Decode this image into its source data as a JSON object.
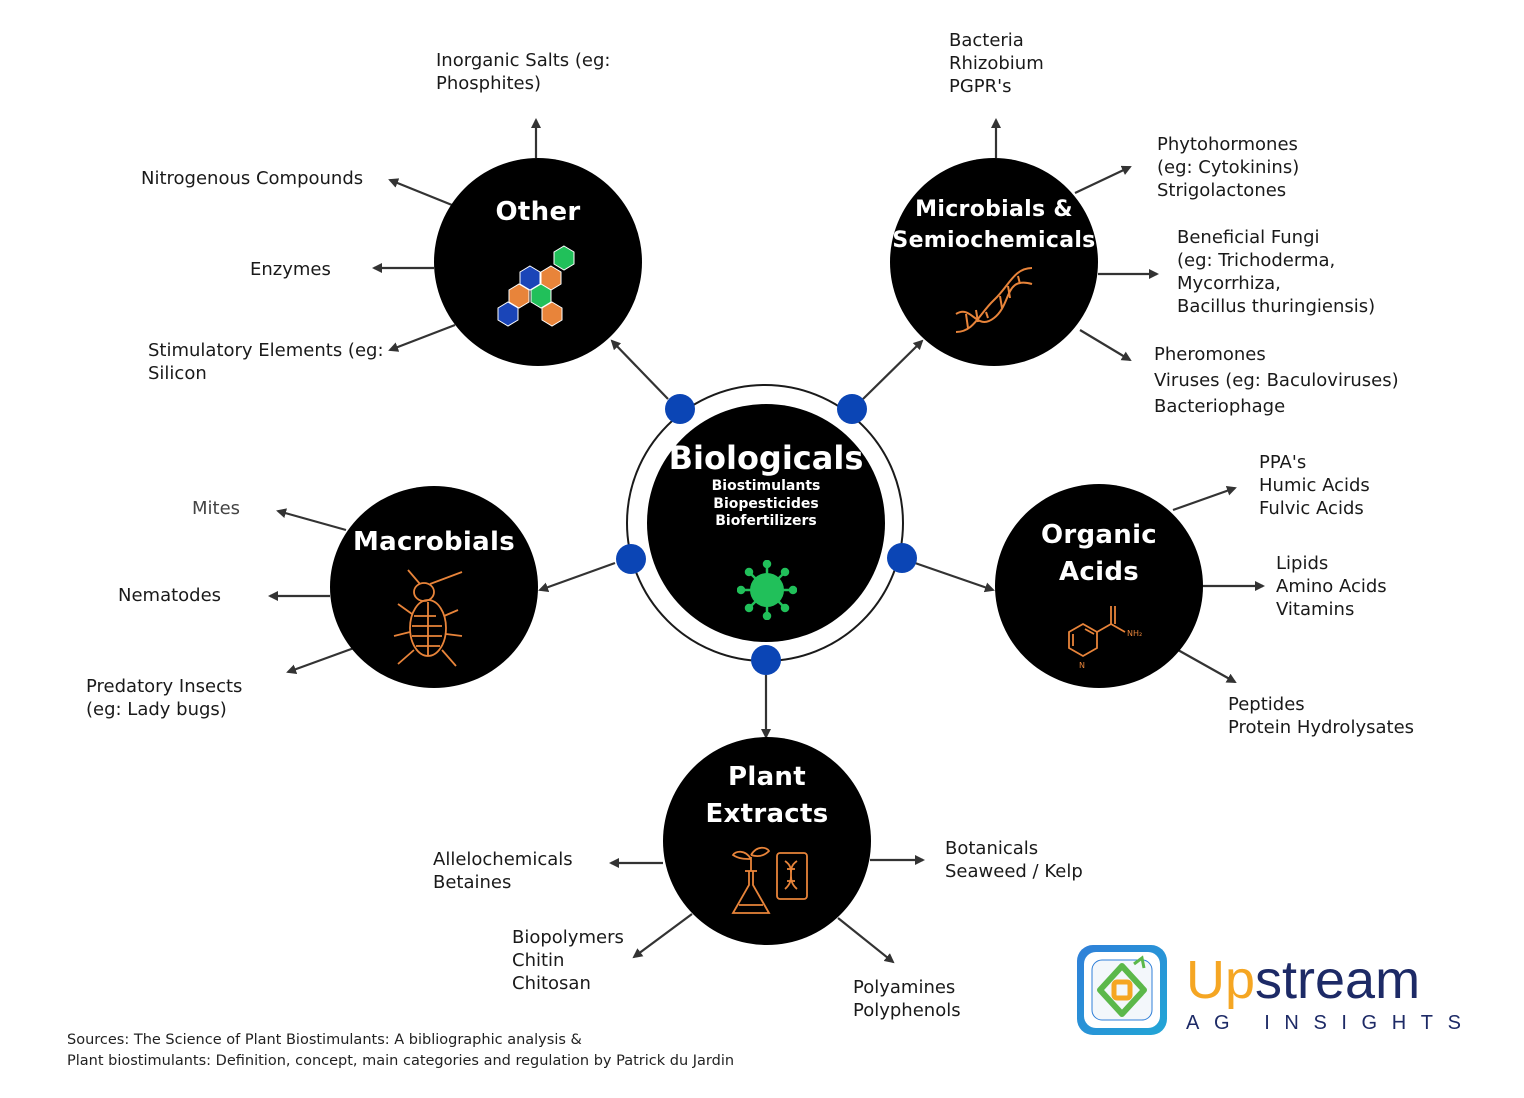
{
  "center": {
    "title": "Biologicals",
    "subtitles": [
      "Biostimulants",
      "Biopesticides",
      "Biofertilizers"
    ]
  },
  "categories": {
    "other": {
      "title": "Other",
      "items": {
        "inorganic": "Inorganic Salts (eg:\nPhosphites)",
        "nitrogenous": "Nitrogenous Compounds",
        "enzymes": "Enzymes",
        "stimulatory": "Stimulatory Elements (eg:\nSilicon"
      }
    },
    "microbials": {
      "title": "Microbials &\nSemiochemicals",
      "items": {
        "bacteria": "Bacteria\nRhizobium\nPGPR's",
        "phytohormones": "Phytohormones\n(eg: Cytokinins)\nStrigolactones",
        "fungi": "Beneficial Fungi\n(eg: Trichoderma,\nMycorrhiza,\nBacillus thuringiensis)",
        "pheromones": "Pheromones\nViruses (eg: Baculoviruses)\nBacteriophage"
      }
    },
    "macrobials": {
      "title": "Macrobials",
      "items": {
        "mites": "Mites",
        "nematodes": "Nematodes",
        "insects": "Predatory Insects\n(eg: Lady bugs)"
      }
    },
    "organic_acids": {
      "title": "Organic\nAcids",
      "items": {
        "ppa": "PPA's\nHumic Acids\nFulvic Acids",
        "lipids": "Lipids\nAmino Acids\nVitamins",
        "peptides": "Peptides\nProtein Hydrolysates"
      }
    },
    "plant_extracts": {
      "title": "Plant\nExtracts",
      "items": {
        "allelochemicals": "Allelochemicals\nBetaines",
        "biopolymers": "Biopolymers\nChitin\nChitosan",
        "botanicals": "Botanicals\nSeaweed / Kelp",
        "polyamines": "Polyamines\nPolyphenols"
      }
    }
  },
  "sources": {
    "line1": "Sources: The Science of Plant Biostimulants: A bibliographic analysis &",
    "line2": "Plant biostimulants: Definition, concept, main categories and regulation by Patrick du Jardin"
  },
  "logo": {
    "word_up": "Up",
    "word_stream": "stream",
    "subtitle": "AG INSIGHTS"
  },
  "colors": {
    "node": "#000000",
    "dot": "#0b45b5",
    "icon_orange": "#e8843a",
    "icon_green": "#21c05a",
    "icon_blue": "#1a45b8",
    "logo_orange": "#f5a623",
    "logo_navy": "#1d2a66"
  }
}
